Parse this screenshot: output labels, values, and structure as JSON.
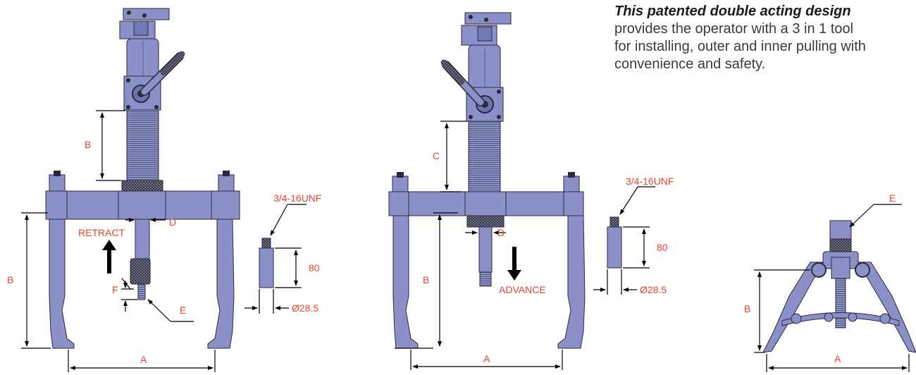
{
  "description": {
    "headline": "This patented double acting design",
    "lines": [
      "provides the operator with a 3 in 1 tool",
      "for installing, outer and inner pulling with",
      "convenience and safety."
    ]
  },
  "colors": {
    "metal": "#8c90c8",
    "metal_dark": "#5e6299",
    "outline": "#2a2a3a",
    "dimension_label": "#e8432e",
    "dimension_line": "#000000"
  },
  "left_view": {
    "labels": {
      "b_upper": "B",
      "b_lower": "B",
      "a": "A",
      "d": "D",
      "e": "E",
      "f": "F",
      "retract": "RETRACT",
      "thread": "3/4-16UNF",
      "length": "80",
      "diameter": "Ø28.5"
    }
  },
  "middle_view": {
    "labels": {
      "c": "C",
      "b": "B",
      "a": "A",
      "d": "D",
      "advance": "ADVANCE",
      "thread": "3/4-16UNF",
      "length": "80",
      "diameter": "Ø28.5"
    }
  },
  "right_view": {
    "labels": {
      "e": "E",
      "b": "B",
      "a": "A"
    }
  }
}
